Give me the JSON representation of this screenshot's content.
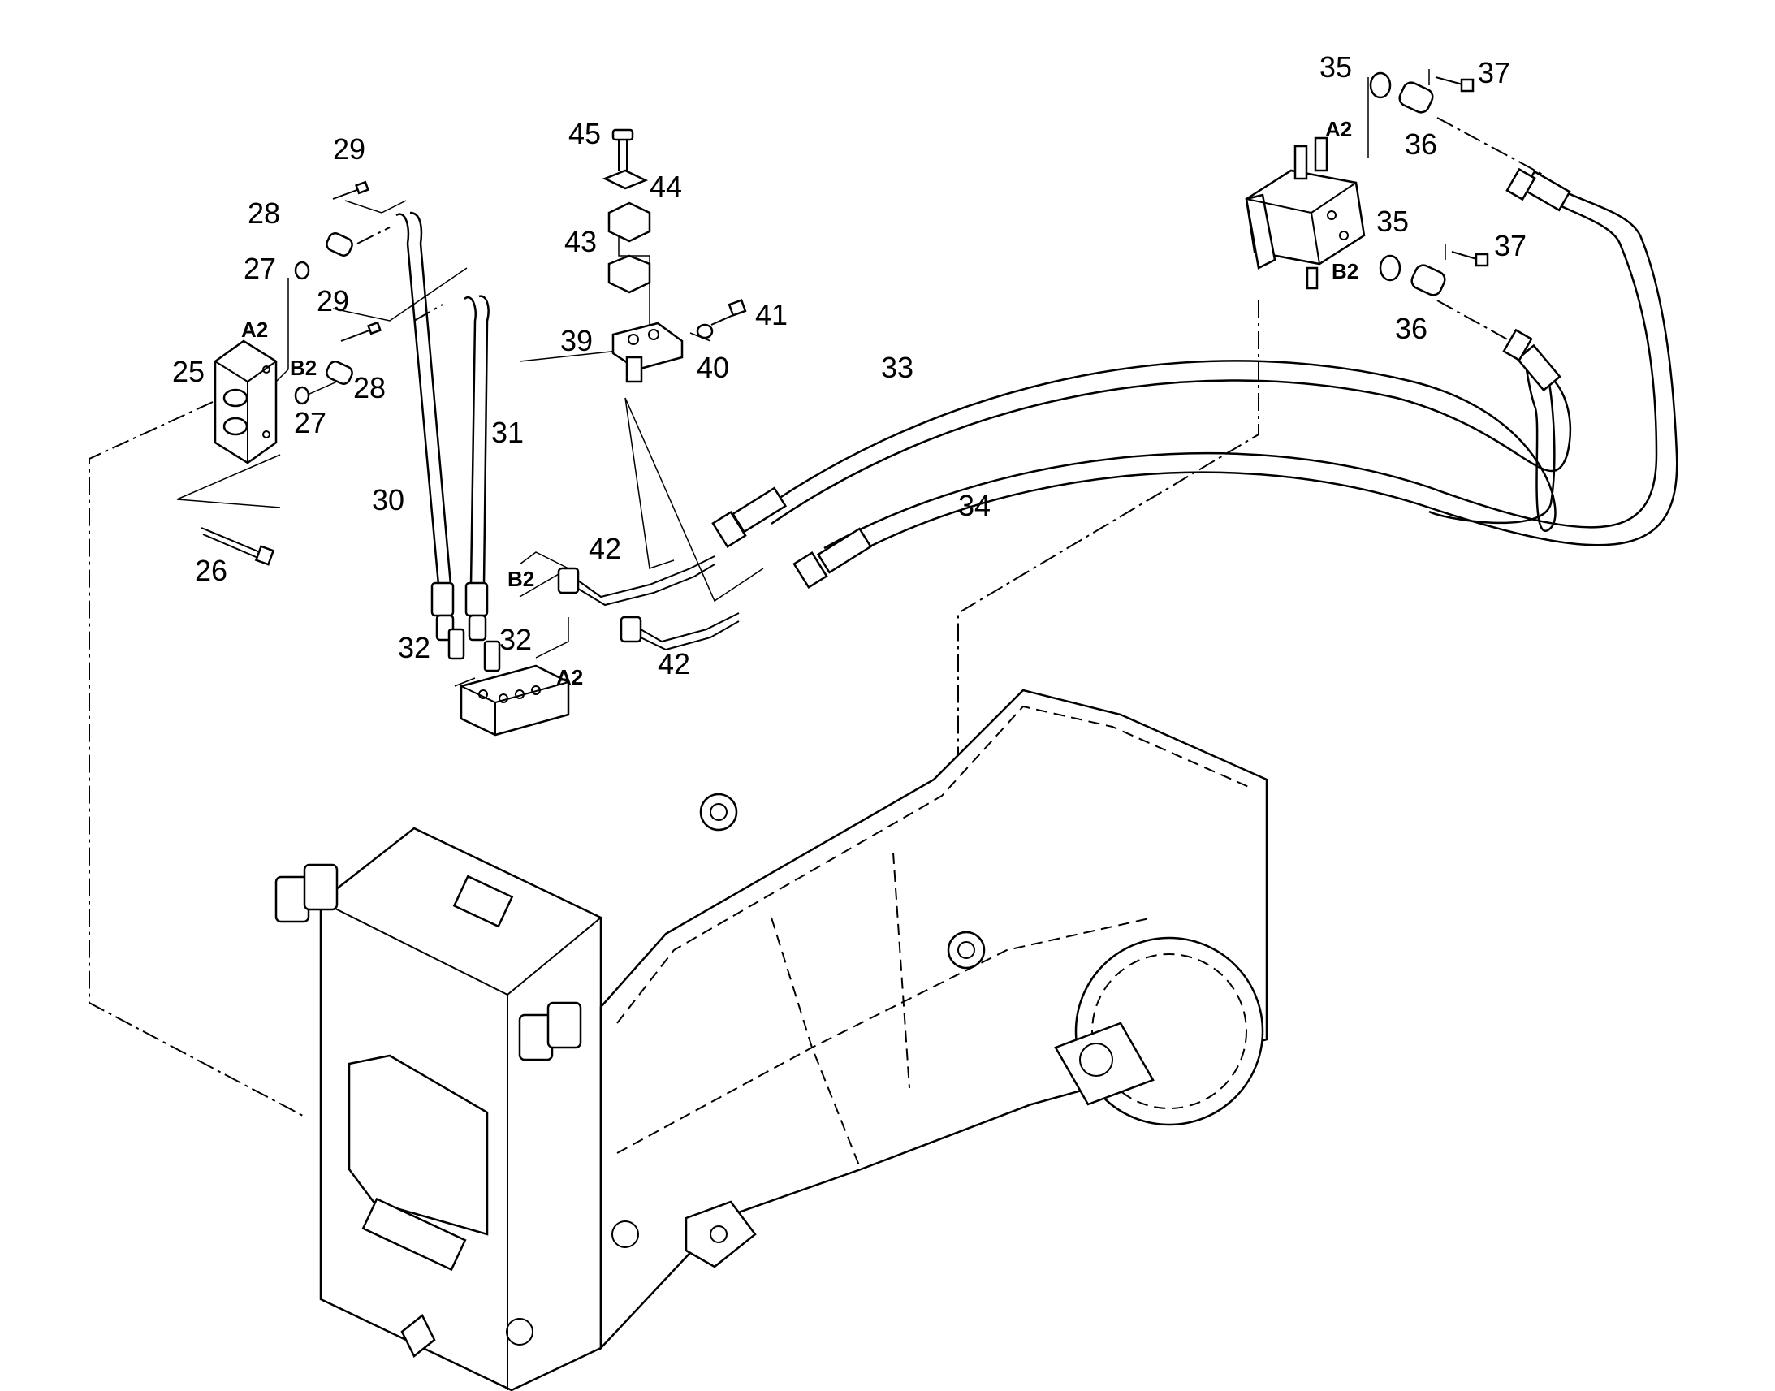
{
  "labels": {
    "n25": "25",
    "n26": "26",
    "n27a": "27",
    "n27b": "27",
    "n28a": "28",
    "n28b": "28",
    "n29a": "29",
    "n29b": "29",
    "n30": "30",
    "n31": "31",
    "n32a": "32",
    "n32b": "32",
    "n33": "33",
    "n34": "34",
    "n35a": "35",
    "n35b": "35",
    "n36a": "36",
    "n36b": "36",
    "n37a": "37",
    "n37b": "37",
    "n39": "39",
    "n40": "40",
    "n41": "41",
    "n42a": "42",
    "n42b": "42",
    "n43": "43",
    "n44": "44",
    "n45": "45"
  },
  "port_tags": {
    "a2_valve_left": "A2",
    "b2_valve_left": "B2",
    "a2_valve_right": "A2",
    "b2_valve_right": "B2",
    "b2_pipe": "B2",
    "a2_pipe": "A2"
  }
}
